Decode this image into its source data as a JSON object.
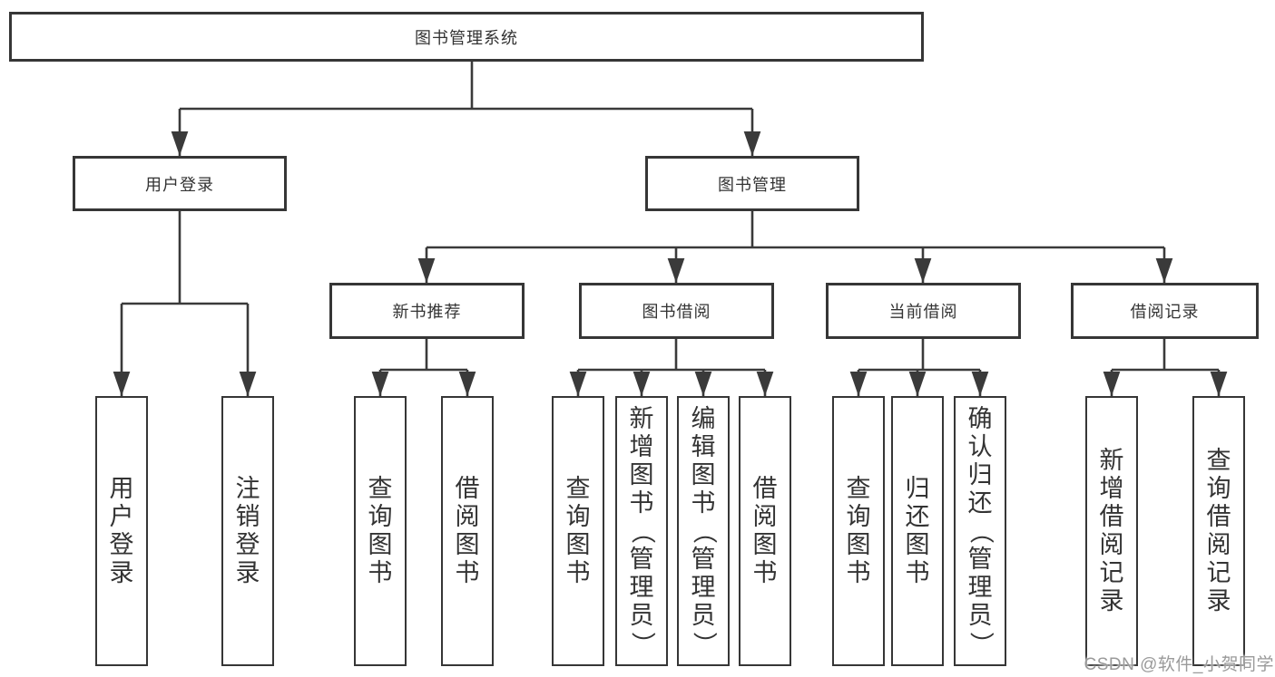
{
  "colors": {
    "line": "#3a3a3a",
    "box_border": "#363636",
    "text": "#333333",
    "watermark": "#9a9a9a",
    "background": "#ffffff"
  },
  "tree": {
    "label": "图书管理系统",
    "children": [
      {
        "label": "用户登录",
        "children": [
          {
            "label": "用户登录"
          },
          {
            "label": "注销登录"
          }
        ]
      },
      {
        "label": "图书管理",
        "children": [
          {
            "label": "新书推荐",
            "children": [
              {
                "label": "查询图书"
              },
              {
                "label": "借阅图书"
              }
            ]
          },
          {
            "label": "图书借阅",
            "children": [
              {
                "label": "查询图书"
              },
              {
                "label": "新增图书（管理员）"
              },
              {
                "label": "编辑图书（管理员）"
              },
              {
                "label": "借阅图书"
              }
            ]
          },
          {
            "label": "当前借阅",
            "children": [
              {
                "label": "查询图书"
              },
              {
                "label": "归还图书"
              },
              {
                "label": "确认归还（管理员）"
              }
            ]
          },
          {
            "label": "借阅记录",
            "children": [
              {
                "label": "新增借阅记录"
              },
              {
                "label": "查询借阅记录"
              }
            ]
          }
        ]
      }
    ]
  },
  "watermark": {
    "text": "CSDN @软件_小贺同学"
  }
}
